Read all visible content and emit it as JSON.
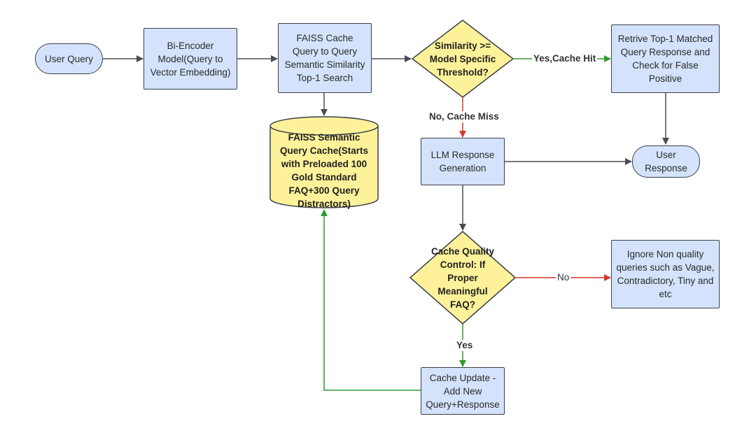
{
  "nodes": {
    "user_query": "User Query",
    "bi_encoder": "Bi-Encoder Model(Query to Vector Embedding)",
    "faiss_search": "FAISS Cache Query to Query Semantic Similarity Top-1 Search",
    "similarity_check": "Similarity >= Model Specific Threshold?",
    "retrieve": "Retrive Top-1 Matched Query Response and Check for False Positive",
    "faiss_cache": "FAISS Semantic Query Cache(Starts with Preloaded 100 Gold Standard FAQ+300 Query Distractors)",
    "llm_generation": "LLM Response Generation",
    "user_response": "User Response",
    "quality_check": "Cache Quality Control: If Proper Meaningful FAQ?",
    "ignore": "Ignore Non quality queries such as Vague, Contradictory, Tiny and etc",
    "cache_update": "Cache Update - Add New Query+Response"
  },
  "edges": {
    "cache_hit": "Yes,Cache Hit",
    "cache_miss": "No, Cache Miss",
    "no": "No",
    "yes": "Yes"
  },
  "colors": {
    "process_fill": "#d4e3fb",
    "decision_fill": "#fdf29a",
    "storage_fill": "#fdf29a",
    "border": "#3b3f48",
    "arrow_default": "#4a4d55",
    "arrow_yes": "#2f9a2f",
    "arrow_no": "#d23a2e"
  }
}
